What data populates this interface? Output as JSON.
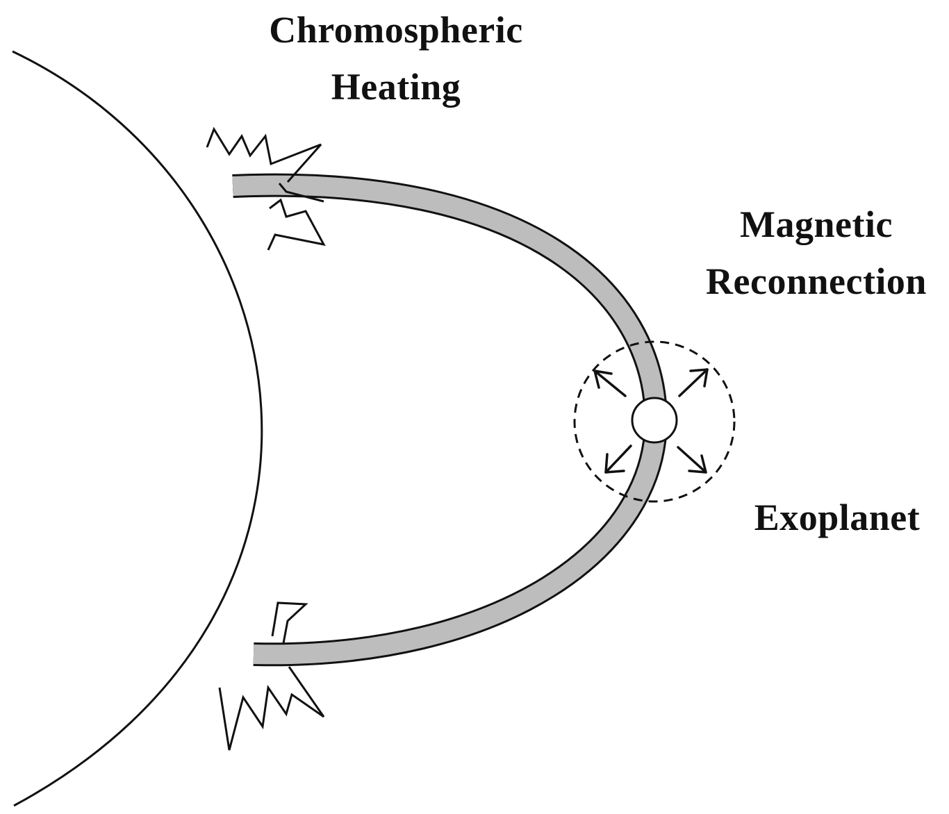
{
  "labels": {
    "chromospheric_heating": [
      "Chromospheric",
      "Heating"
    ],
    "magnetic_reconnection": [
      "Magnetic",
      "Reconnection"
    ],
    "exoplanet": "Exoplanet"
  },
  "colors": {
    "background": "#ffffff",
    "line": "#111111",
    "flux_tube_fill": "#bdbdbd",
    "planet_fill": "#ffffff"
  }
}
